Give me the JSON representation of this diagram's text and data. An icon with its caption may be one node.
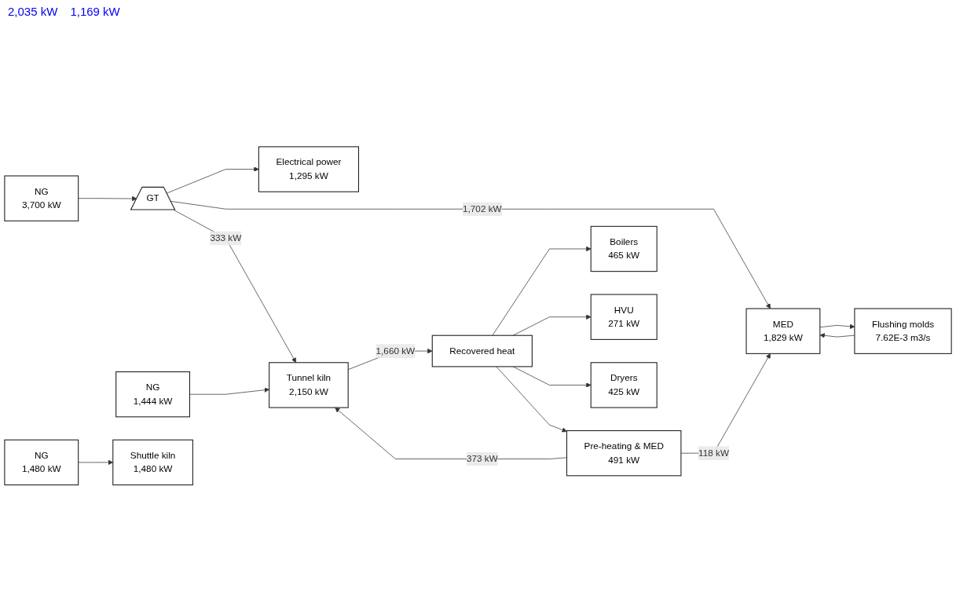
{
  "diagram": {
    "nodes": [
      {
        "text": [
          "NG",
          "3,700 kW"
        ]
      },
      {
        "text": [
          "GT"
        ]
      },
      {
        "text": [
          "Electrical power",
          "1,295 kW"
        ]
      },
      {
        "text": [
          "MED",
          "1,829 kW"
        ]
      },
      {
        "text": [
          "Flushing molds",
          "7.62E-3 m3/s"
        ]
      },
      {
        "text": [
          "Pre-heating & MED",
          "491 kW"
        ]
      },
      {
        "text": [
          "Boilers",
          "465 kW"
        ]
      },
      {
        "text": [
          "NG",
          "1,444 kW"
        ]
      },
      {
        "text": [
          "Tunnel kiln",
          "2,150 kW"
        ]
      },
      {
        "text": [
          "Recovered heat"
        ]
      },
      {
        "text": [
          "HVU",
          "271 kW"
        ]
      },
      {
        "text": [
          "Dryers",
          "425 kW"
        ]
      },
      {
        "text": [
          "NG",
          "1,480 kW"
        ]
      },
      {
        "text": [
          "Shuttle kiln",
          "1,480 kW"
        ]
      }
    ],
    "edges": [
      {
        "from": 0,
        "to": 1,
        "arrow": "to"
      },
      {
        "from": 1,
        "to": 2,
        "arrow": "to"
      },
      {
        "from": 1,
        "to": 3,
        "arrow": "to",
        "label": "1,702 kW"
      },
      {
        "from": 1,
        "to": 8,
        "arrow": "to",
        "label": "333 kW"
      },
      {
        "from": 3,
        "to": 4,
        "arrow": "to"
      },
      {
        "from": 4,
        "to": 3,
        "arrow": "to"
      },
      {
        "from": 5,
        "to": 3,
        "arrow": "to",
        "label": "118 kW"
      },
      {
        "from": 5,
        "to": 8,
        "arrow": "to",
        "label": "373 kW"
      },
      {
        "from": 9,
        "to": 5,
        "arrow": "to"
      },
      {
        "from": 7,
        "to": 8,
        "arrow": "to"
      },
      {
        "from": 8,
        "to": 9,
        "arrow": "to",
        "label": "1,660 kW"
      },
      {
        "from": 9,
        "to": 6,
        "arrow": "to"
      },
      {
        "from": 9,
        "to": 10,
        "arrow": "to"
      },
      {
        "from": 9,
        "to": 11,
        "arrow": "to"
      },
      {
        "from": 12,
        "to": 13,
        "arrow": "to"
      }
    ],
    "labels": [
      "2,035 kW",
      "1,169 kW"
    ]
  }
}
